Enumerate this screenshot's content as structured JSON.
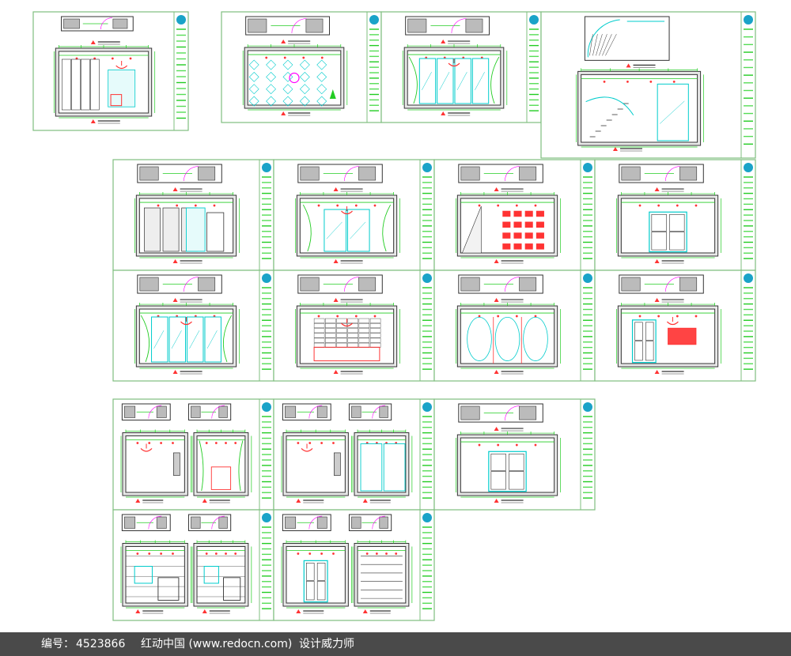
{
  "sheets": [
    {
      "id": "s1",
      "drawings": [
        "plan-furniture",
        "elev-wall"
      ]
    },
    {
      "id": "s2",
      "drawings": [
        "plan-strip",
        "ceiling"
      ]
    },
    {
      "id": "s3",
      "drawings": [
        "plan-strip",
        "elev-glass"
      ]
    },
    {
      "id": "s4",
      "drawings": [
        "stair-plan",
        "stair-elev"
      ]
    },
    {
      "id": "s5",
      "drawings": [
        "plan-strip",
        "elev-cabinet"
      ]
    },
    {
      "id": "s6",
      "drawings": [
        "plan-strip",
        "elev-curtain"
      ]
    },
    {
      "id": "s7",
      "drawings": [
        "plan-strip",
        "elev-shelf"
      ]
    },
    {
      "id": "s8",
      "drawings": [
        "plan-strip",
        "elev-door"
      ]
    },
    {
      "id": "s9",
      "drawings": [
        "plan-strip",
        "elev-glass"
      ]
    },
    {
      "id": "s10",
      "drawings": [
        "plan-strip",
        "elev-bed"
      ]
    },
    {
      "id": "s11",
      "drawings": [
        "plan-strip",
        "elev-wardrobe"
      ]
    },
    {
      "id": "s12",
      "drawings": [
        "plan-strip",
        "elev-door-window"
      ]
    },
    {
      "id": "s13",
      "drawings": [
        "plan-strip",
        "elev-room",
        "elev-curtain-small"
      ]
    },
    {
      "id": "s14",
      "drawings": [
        "plan-strip",
        "elev-room",
        "elev-wardrobe-small"
      ]
    },
    {
      "id": "s15",
      "drawings": [
        "plan-strip",
        "elev-door"
      ]
    },
    {
      "id": "s16",
      "drawings": [
        "plan-strip",
        "elev-bath",
        "elev-bath"
      ]
    },
    {
      "id": "s17",
      "drawings": [
        "plan-strip",
        "elev-door",
        "elev-panel"
      ]
    }
  ],
  "colors": {
    "border": "#7fbf7f",
    "line": "#22cc22",
    "cyan": "#00cccc",
    "dark": "#333333",
    "red": "#ff3333",
    "magenta": "#ff00ff",
    "blue": "#1aa3c8",
    "footer_bg": "#4a4a4a"
  },
  "footer": {
    "serial_label": "编号：",
    "serial_value": "4523866",
    "site": "红动中国 (www.redocn.com)",
    "category": "设计威力师"
  }
}
